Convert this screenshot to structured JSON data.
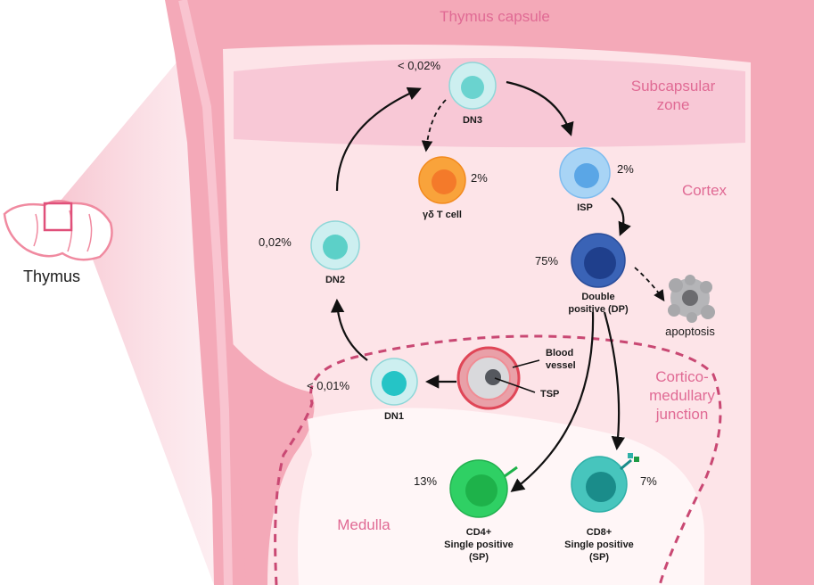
{
  "regions": {
    "capsule": "Thymus capsule",
    "subcapsular_line1": "Subcapsular",
    "subcapsular_line2": "zone",
    "cortex": "Cortex",
    "cmj_line1": "Cortico-",
    "cmj_line2": "medullary",
    "cmj_line3": "junction",
    "medulla": "Medulla"
  },
  "organ": {
    "label": "Thymus"
  },
  "vessel": {
    "line1": "Blood",
    "line2": "vessel",
    "tsp": "TSP"
  },
  "cells": {
    "dn1": {
      "name": "DN1",
      "pct": "< 0,01%",
      "color": "#25c4c6"
    },
    "dn2": {
      "name": "DN2",
      "pct": "0,02%",
      "color": "#5cd0c8"
    },
    "dn3": {
      "name": "DN3",
      "pct": "< 0,02%",
      "color": "#6ad3cf"
    },
    "gd": {
      "name": "γδ T cell",
      "pct": "2%",
      "color": "#f47a2a"
    },
    "isp": {
      "name": "ISP",
      "pct": "2%",
      "color": "#5aa6e6"
    },
    "dp": {
      "name_line1": "Double",
      "name_line2": "positive (DP)",
      "pct": "75%",
      "color": "#1f3f8c"
    },
    "cd4": {
      "name_line1": "CD4+",
      "name_line2": "Single positive",
      "name_line3": "(SP)",
      "pct": "13%",
      "color": "#1eb24a"
    },
    "cd8": {
      "name_line1": "CD8+",
      "name_line2": "Single positive",
      "name_line3": "(SP)",
      "pct": "7%",
      "color": "#1a8c8a"
    }
  },
  "apoptosis": {
    "label": "apoptosis"
  }
}
